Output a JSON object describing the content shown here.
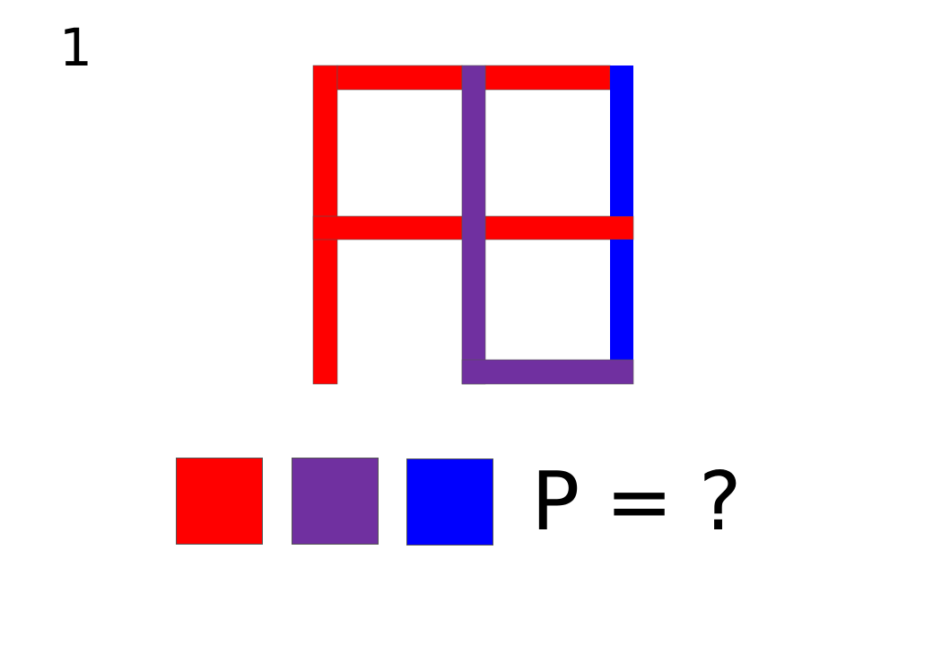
{
  "page_number": "1",
  "colors": {
    "red": "#ff0000",
    "purple": "#7030a0",
    "blue": "#0000ff",
    "outline": "#555555"
  },
  "figure": {
    "description_segments": [
      {
        "name": "left-post",
        "color": "red"
      },
      {
        "name": "top-bar-left",
        "color": "red"
      },
      {
        "name": "top-bar-right",
        "color": "red"
      },
      {
        "name": "middle-bar-left",
        "color": "red"
      },
      {
        "name": "middle-bar-right",
        "color": "red"
      },
      {
        "name": "center-post",
        "color": "purple"
      },
      {
        "name": "bottom-bar-right",
        "color": "purple"
      },
      {
        "name": "right-post",
        "color": "blue"
      }
    ]
  },
  "swatches": [
    {
      "name": "red-swatch",
      "color": "red"
    },
    {
      "name": "purple-swatch",
      "color": "purple"
    },
    {
      "name": "blue-swatch",
      "color": "blue"
    }
  ],
  "question": "P = ?"
}
